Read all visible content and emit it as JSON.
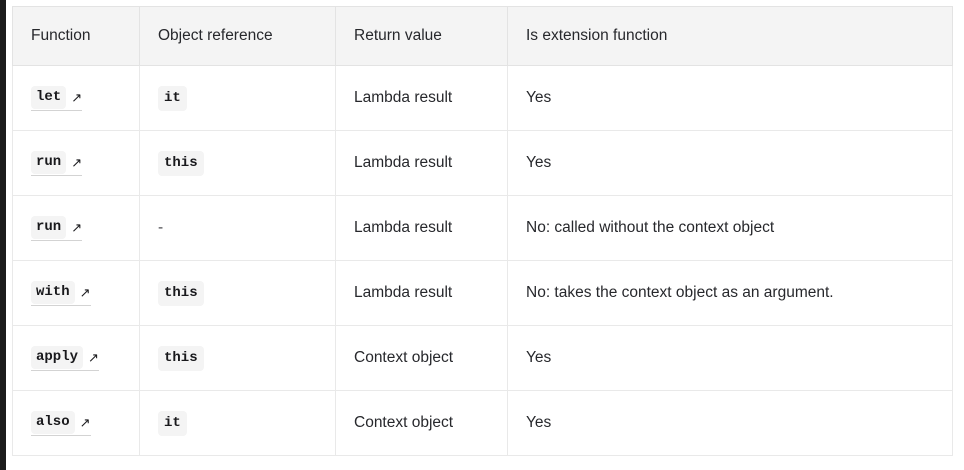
{
  "page": {
    "background_color": "#ffffff",
    "left_rail_color": "#1b1b1b"
  },
  "table": {
    "name": "kotlin-scope-functions-table",
    "header_background": "#f4f4f4",
    "border_color": "#e3e3e3",
    "code_chip_background": "#f4f4f4",
    "columns": [
      {
        "key": "function",
        "label": "Function"
      },
      {
        "key": "object_ref",
        "label": "Object reference"
      },
      {
        "key": "return_value",
        "label": "Return value"
      },
      {
        "key": "is_extension",
        "label": "Is extension function"
      }
    ],
    "external_link_icon": "north-east-arrow-icon",
    "external_link_glyph": "↗",
    "rows": [
      {
        "function": "let",
        "function_is_link": true,
        "object_ref": "it",
        "object_ref_is_code": true,
        "return_value": "Lambda result",
        "is_extension": "Yes"
      },
      {
        "function": "run",
        "function_is_link": true,
        "object_ref": "this",
        "object_ref_is_code": true,
        "return_value": "Lambda result",
        "is_extension": "Yes"
      },
      {
        "function": "run",
        "function_is_link": true,
        "object_ref": "-",
        "object_ref_is_code": false,
        "return_value": "Lambda result",
        "is_extension": "No: called without the context object"
      },
      {
        "function": "with",
        "function_is_link": true,
        "object_ref": "this",
        "object_ref_is_code": true,
        "return_value": "Lambda result",
        "is_extension": "No: takes the context object as an argument."
      },
      {
        "function": "apply",
        "function_is_link": true,
        "object_ref": "this",
        "object_ref_is_code": true,
        "return_value": "Context object",
        "is_extension": "Yes"
      },
      {
        "function": "also",
        "function_is_link": true,
        "object_ref": "it",
        "object_ref_is_code": true,
        "return_value": "Context object",
        "is_extension": "Yes"
      }
    ]
  }
}
